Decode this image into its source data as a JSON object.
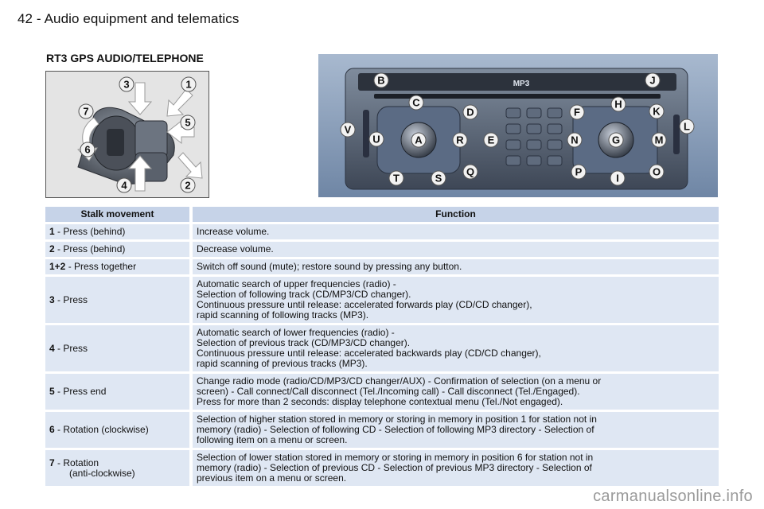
{
  "header": {
    "title": "42 - Audio equipment and telematics"
  },
  "section_title": "RT3 GPS AUDIO/TELEPHONE",
  "stalk_diagram": {
    "callouts": [
      "3",
      "1",
      "7",
      "5",
      "6",
      "4",
      "2"
    ]
  },
  "radio_diagram": {
    "display_text": "MP3",
    "labels": [
      "B",
      "J",
      "C",
      "D",
      "F",
      "H",
      "K",
      "V",
      "L",
      "U",
      "A",
      "R",
      "E",
      "N",
      "G",
      "M",
      "T",
      "S",
      "Q",
      "P",
      "I",
      "O"
    ]
  },
  "table": {
    "headers": [
      "Stalk movement",
      "Function"
    ],
    "rows": [
      {
        "num": "1",
        "move": " - Press (behind)",
        "move2": "",
        "func": [
          "Increase volume."
        ]
      },
      {
        "num": "2",
        "move": " - Press (behind)",
        "move2": "",
        "func": [
          "Decrease volume."
        ]
      },
      {
        "num": "1+2",
        "move": " - Press together",
        "move2": "",
        "func": [
          "Switch off sound (mute); restore sound by pressing any button."
        ]
      },
      {
        "num": "3",
        "move": " - Press",
        "move2": "",
        "func": [
          "Automatic search of upper frequencies (radio) -",
          "Selection of following track (CD/MP3/CD changer).",
          "Continuous pressure until release: accelerated forwards play (CD/CD changer),",
          "rapid scanning of following tracks (MP3)."
        ]
      },
      {
        "num": "4",
        "move": " - Press",
        "move2": "",
        "func": [
          "Automatic search of lower frequencies (radio) -",
          "Selection of previous track (CD/MP3/CD changer).",
          "Continuous pressure until release: accelerated backwards play (CD/CD changer),",
          "rapid scanning of previous tracks (MP3)."
        ]
      },
      {
        "num": "5",
        "move": " - Press end",
        "move2": "",
        "func": [
          "Change radio mode (radio/CD/MP3/CD changer/AUX) - Confirmation of selection (on a menu or",
          "screen) - Call connect/Call disconnect (Tel./Incoming call) - Call disconnect (Tel./Engaged).",
          "Press for more than 2 seconds: display telephone contextual menu (Tel./Not engaged)."
        ]
      },
      {
        "num": "6",
        "move": " - Rotation (clockwise)",
        "move2": "",
        "func": [
          "Selection of higher station stored in memory or storing in memory in position 1 for station not in",
          "memory (radio) - Selection of following CD - Selection of following MP3 directory - Selection of",
          "following item on a menu or screen."
        ]
      },
      {
        "num": "7",
        "move": " - Rotation",
        "move2": "(anti-clockwise)",
        "func": [
          "Selection of lower station stored in memory or storing in memory in position 6 for station not in",
          "memory (radio) - Selection of previous CD - Selection of previous MP3 directory - Selection of",
          "previous item on a menu or screen."
        ]
      }
    ]
  },
  "watermark": "carmanualsonline.info"
}
